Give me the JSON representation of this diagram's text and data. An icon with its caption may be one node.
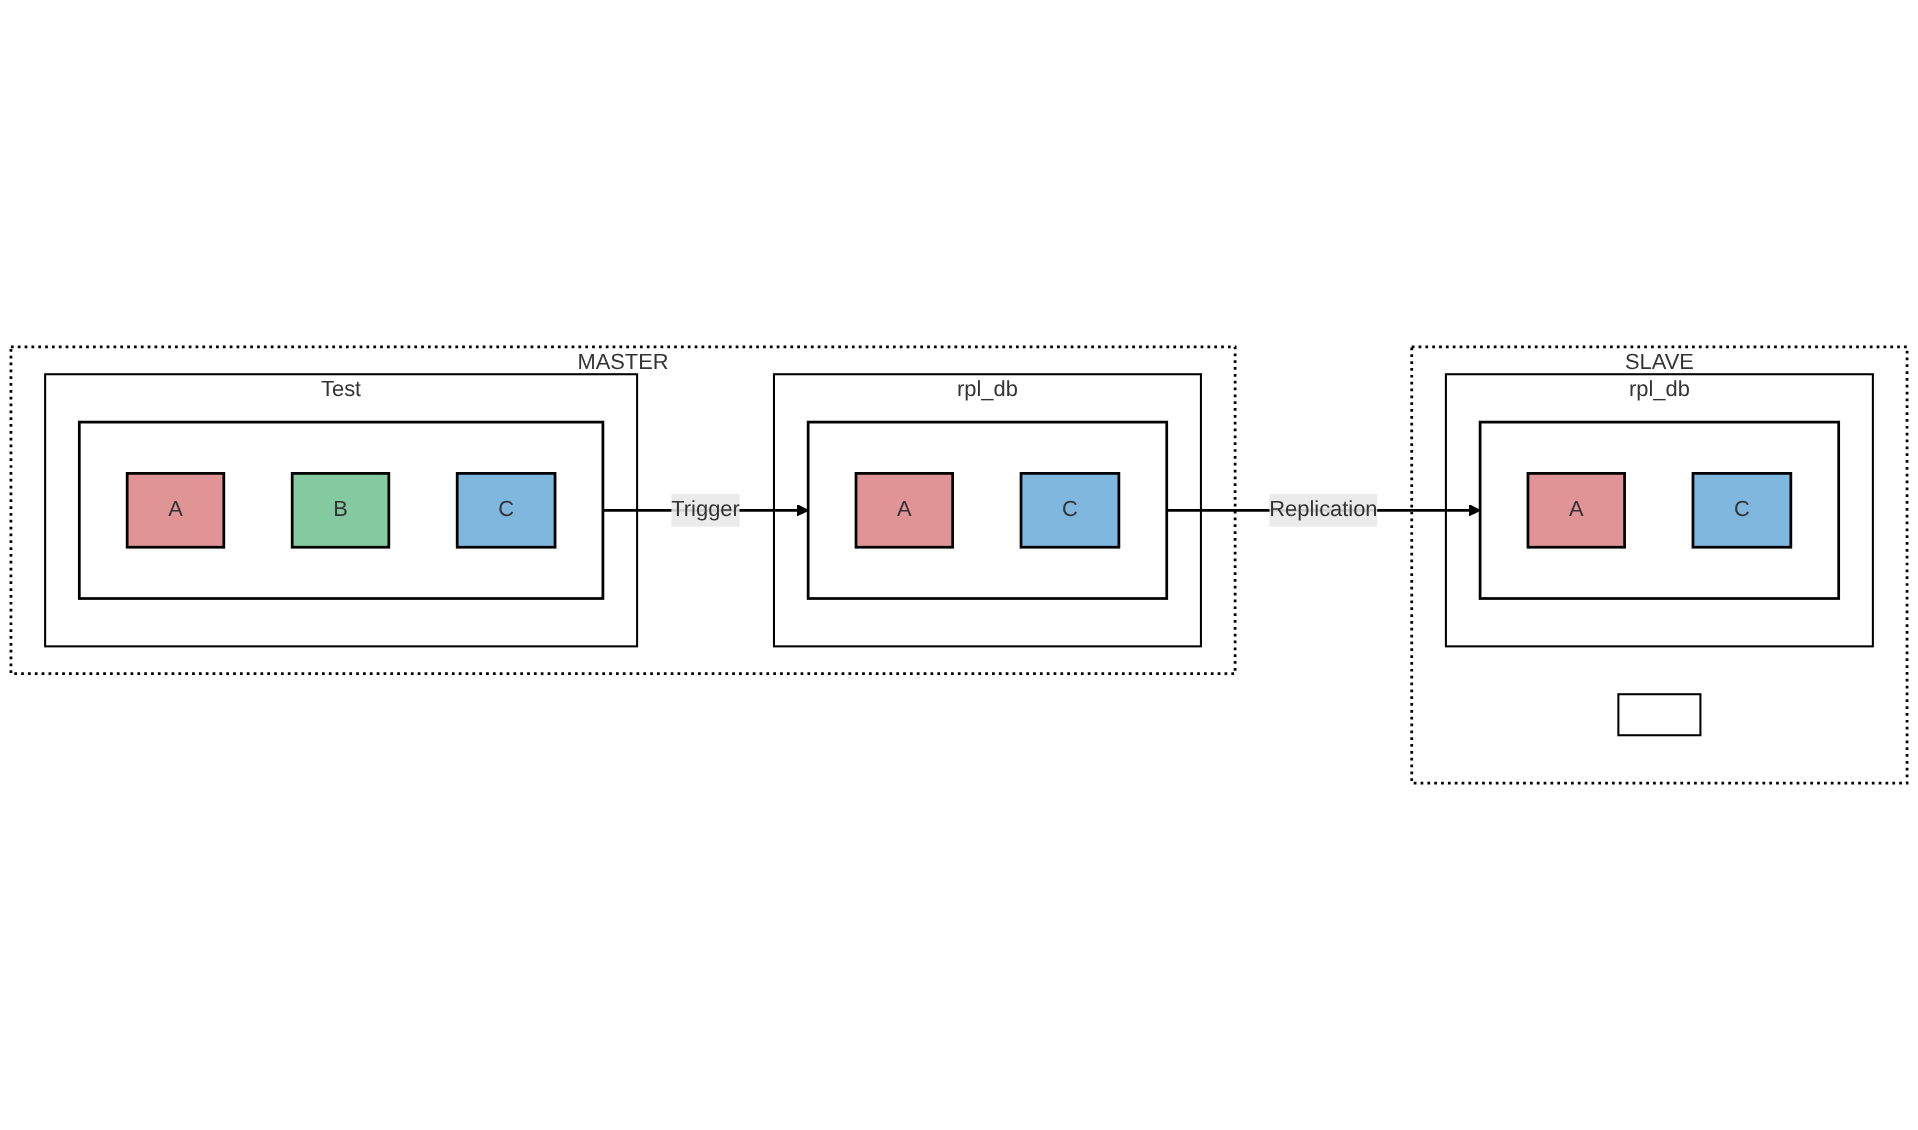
{
  "diagram": {
    "nodes": [
      {
        "text": [
          "MASTER"
        ]
      },
      {
        "text": [
          "Test"
        ],
        "in": 0
      },
      {
        "text": [],
        "shape": "box",
        "in": 1
      },
      {
        "text": [
          "A"
        ],
        "in": 2
      },
      {
        "text": [
          "B"
        ],
        "in": 2
      },
      {
        "text": [
          "C"
        ],
        "in": 2
      },
      {
        "text": [
          "rpl_db"
        ],
        "in": 0
      },
      {
        "text": [],
        "shape": "box",
        "in": 6
      },
      {
        "text": [
          "A"
        ],
        "in": 7
      },
      {
        "text": [
          "C"
        ],
        "in": 7
      },
      {
        "text": [
          "SLAVE"
        ]
      },
      {
        "text": [],
        "shape": "box",
        "in": 10
      },
      {
        "text": [
          "rpl_db"
        ],
        "in": 10
      },
      {
        "text": [],
        "shape": "box",
        "in": 12
      },
      {
        "text": [
          "A"
        ],
        "in": 13
      },
      {
        "text": [
          "C"
        ],
        "in": 13
      }
    ],
    "edges": [
      {
        "from": 2,
        "to": 7,
        "arrow": "to",
        "label": "Trigger"
      },
      {
        "from": 7,
        "to": 13,
        "arrow": "to",
        "label": "Replication"
      }
    ]
  }
}
